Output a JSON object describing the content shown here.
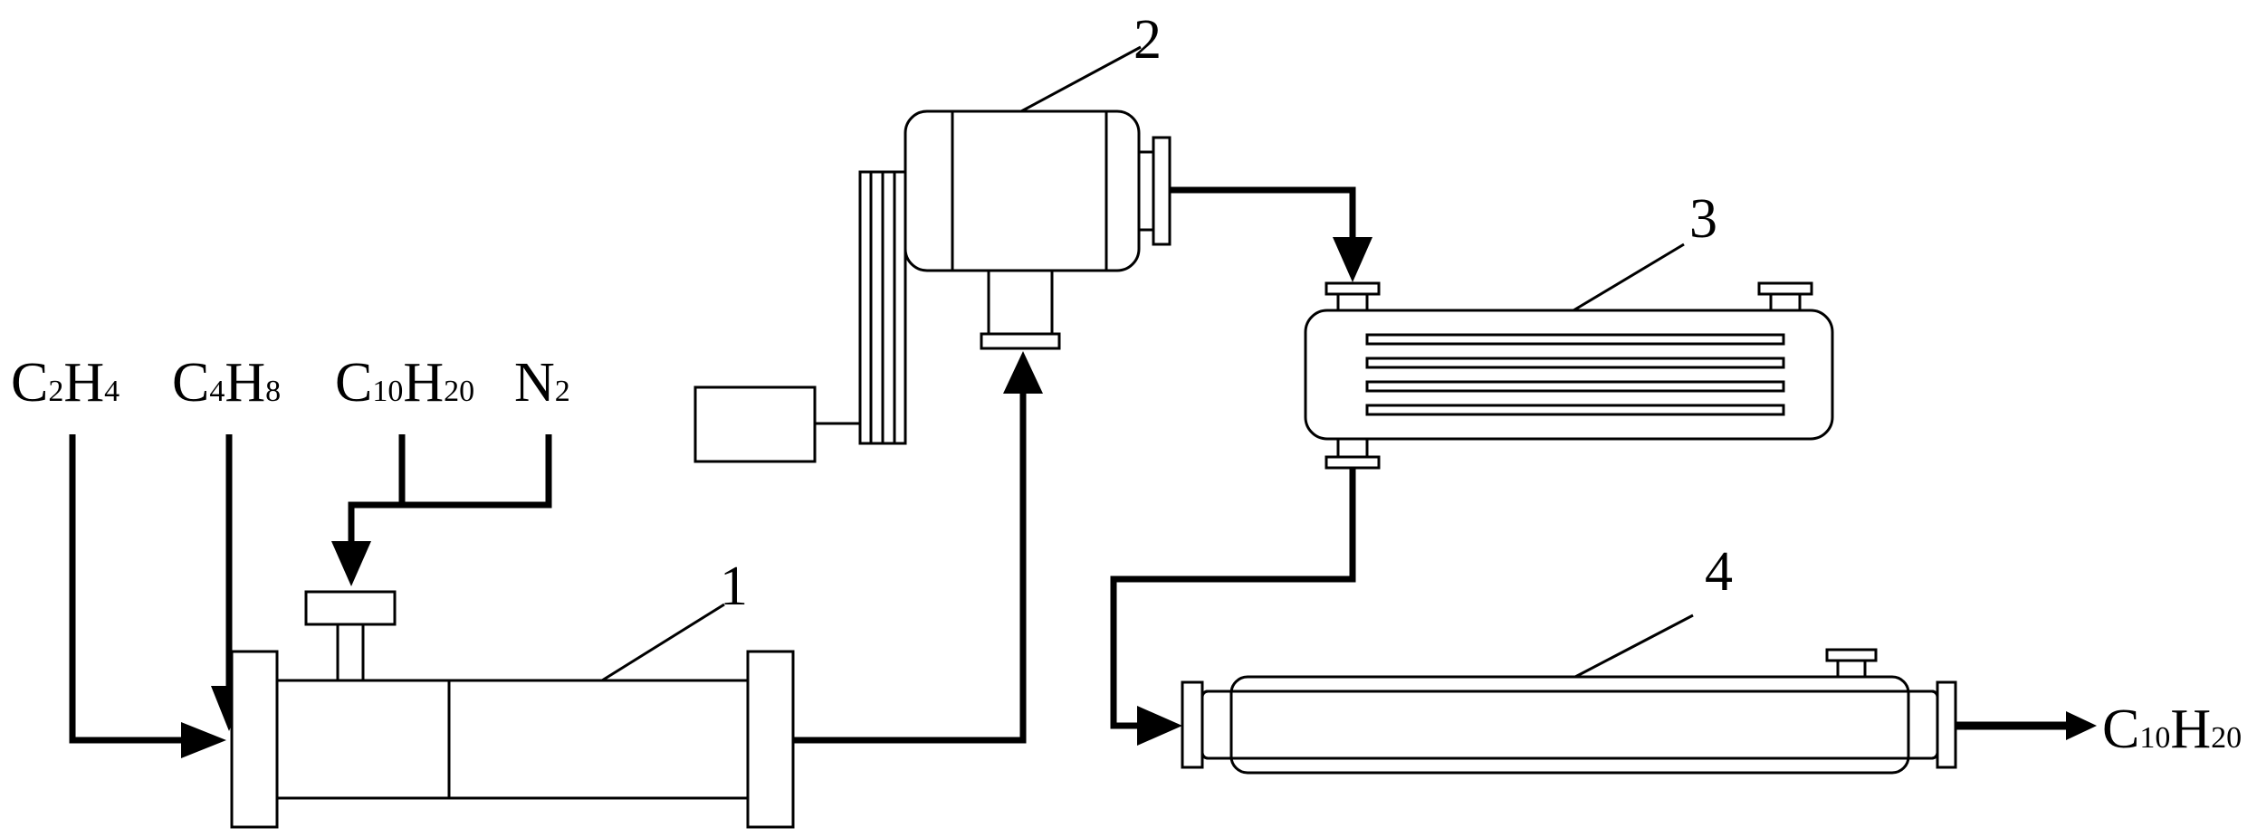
{
  "feeds": [
    {
      "id": "feed-1",
      "base": "C",
      "n1": "2",
      "base2": "H",
      "n2": "4"
    },
    {
      "id": "feed-2",
      "base": "C",
      "n1": "4",
      "base2": "H",
      "n2": "8"
    },
    {
      "id": "feed-3",
      "base": "C",
      "n1": "10",
      "base2": "H",
      "n2": "20"
    },
    {
      "id": "feed-4",
      "base": "N",
      "n1": "2",
      "base2": "",
      "n2": ""
    }
  ],
  "product": {
    "base": "C",
    "n1": "10",
    "base2": "H",
    "n2": "20"
  },
  "units": [
    "1",
    "2",
    "3",
    "4"
  ],
  "colors": {
    "line": "#000000",
    "background": "#ffffff"
  }
}
